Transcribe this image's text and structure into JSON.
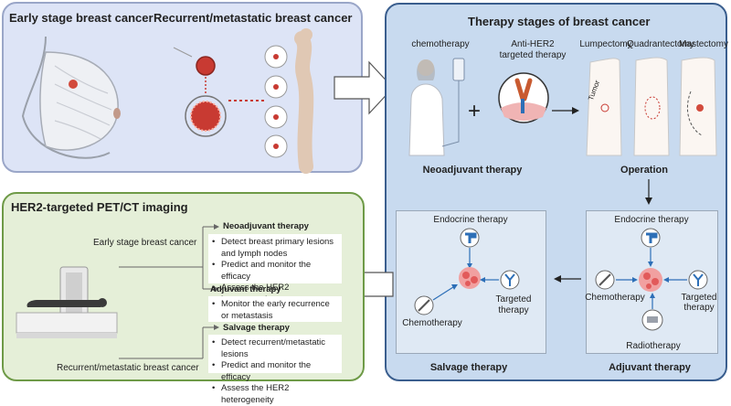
{
  "top_left": {
    "early_title": "Early stage breast cancer",
    "recurrent_title": "Recurrent/metastatic breast cancer"
  },
  "therapy_panel": {
    "title": "Therapy stages of breast cancer",
    "chemotherapy": "chemotherapy",
    "anti_her2": "Anti-HER2\ntargeted therapy",
    "lumpectomy": "Lumpectomy",
    "quadrantectomy": "Quadrantectomy",
    "mastectomy": "Mastectomy",
    "tumor": "Tumor",
    "neoadjuvant": "Neoadjuvant therapy",
    "operation": "Operation",
    "salvage": {
      "title": "Salvage therapy",
      "endocrine": "Endocrine therapy",
      "targeted": "Targeted\ntherapy",
      "chemotherapy": "Chemotherapy"
    },
    "adjuvant": {
      "title": "Adjuvant therapy",
      "endocrine": "Endocrine therapy",
      "chemotherapy": "Chemotherapy",
      "targeted": "Targeted\ntherapy",
      "radiotherapy": "Radiotherapy"
    }
  },
  "imaging_panel": {
    "title": "HER2-targeted PET/CT imaging",
    "early_label": "Early stage breast cancer",
    "recurrent_label": "Recurrent/metastatic breast cancer",
    "neoadjuvant_head": "Neoadjuvant therapy",
    "neoadjuvant_items": [
      "Detect breast primary lesions and lymph nodes",
      "Predict and monitor the efficacy",
      "Assess the HER2 heterogeneity"
    ],
    "adjuvant_head": "Adjuvant therapy",
    "adjuvant_items": [
      "Monitor the early recurrence or metastasis"
    ],
    "salvage_head": "Salvage therapy",
    "salvage_items": [
      "Detect recurrent/metastatic lesions",
      "Predict and monitor the efficacy",
      "Assess the HER2 heterogeneity"
    ]
  },
  "colors": {
    "tumor": "#d24a3c",
    "receptor": "#2d6fb7",
    "arrow": "#222222",
    "block_arrow_fill": "#ffffff"
  }
}
